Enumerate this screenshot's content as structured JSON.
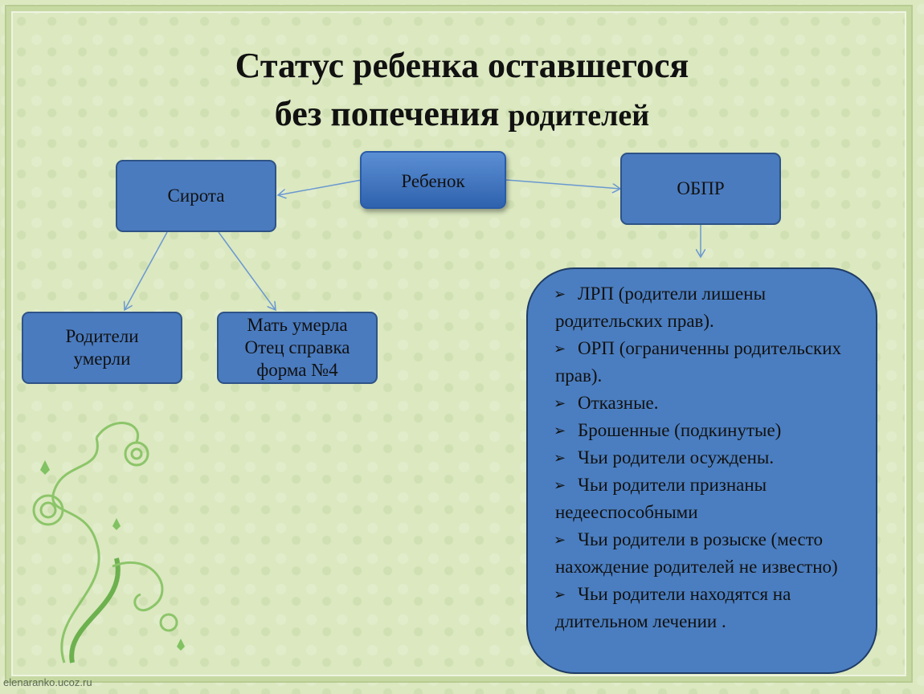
{
  "title": {
    "line1": "Статус ребенка оставшегося",
    "line2_main": "без попечения ",
    "line2_small": "родителей"
  },
  "nodes": {
    "child": "Ребенок",
    "orphan": "Сирота",
    "obpr": "ОБПР",
    "parents_dead": "Родители умерли",
    "mother_dead": "Мать умерла Отец справка форма №4"
  },
  "list_items": [
    "ЛРП (родители лишены родительских прав).",
    "ОРП (ограниченны родительских прав).",
    "Отказные.",
    "Брошенные (подкинутые)",
    " Чьи родители осуждены.",
    " Чьи родители  признаны недееспособными",
    " Чьи родители в розыске (место нахождение родителей не известно)",
    "Чьи родители находятся на длительном лечении ."
  ],
  "bullet_glyph": "➢",
  "watermark": "elenaranko.ucoz.ru",
  "colors": {
    "box": "#4a7bbf",
    "box_border": "#2e5386",
    "background": "#dbe8c0",
    "arrow": "#6a98d0"
  }
}
